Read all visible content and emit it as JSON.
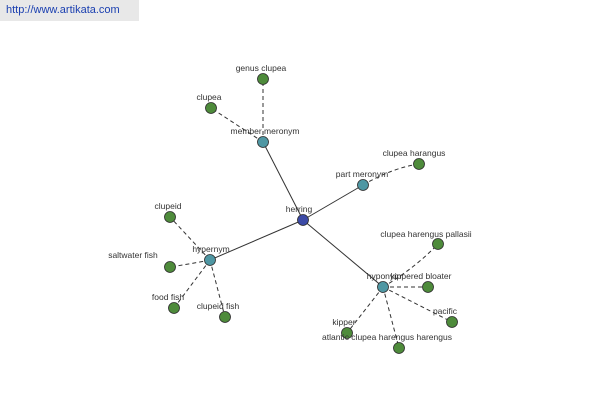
{
  "link": {
    "text": "http://www.artikata.com"
  },
  "colors": {
    "center": "#3c4aa6",
    "relation": "#4f97a3",
    "leaf": "#4e8b3b"
  },
  "nodes": {
    "herring": "herring",
    "member_meronym": "member meronym",
    "genus_clupea": "genus clupea",
    "clupea": "clupea",
    "part_meronym": "part meronym",
    "clupea_harangus": "clupea harangus",
    "hypernym": "hypernym",
    "clupeid": "clupeid",
    "saltwater_fish": "saltwater fish",
    "food_fish": "food fish",
    "clupeid_fish": "clupeid fish",
    "hyponym": "hyponym",
    "clupea_harengus_pallasii": "clupea harengus pallasii",
    "kippered_bloater": "kippered bloater",
    "pacific": "pacific",
    "kipper": "kipper",
    "atlantic_clupea_harengus_harengus": "atlantic clupea harengus harengus"
  }
}
